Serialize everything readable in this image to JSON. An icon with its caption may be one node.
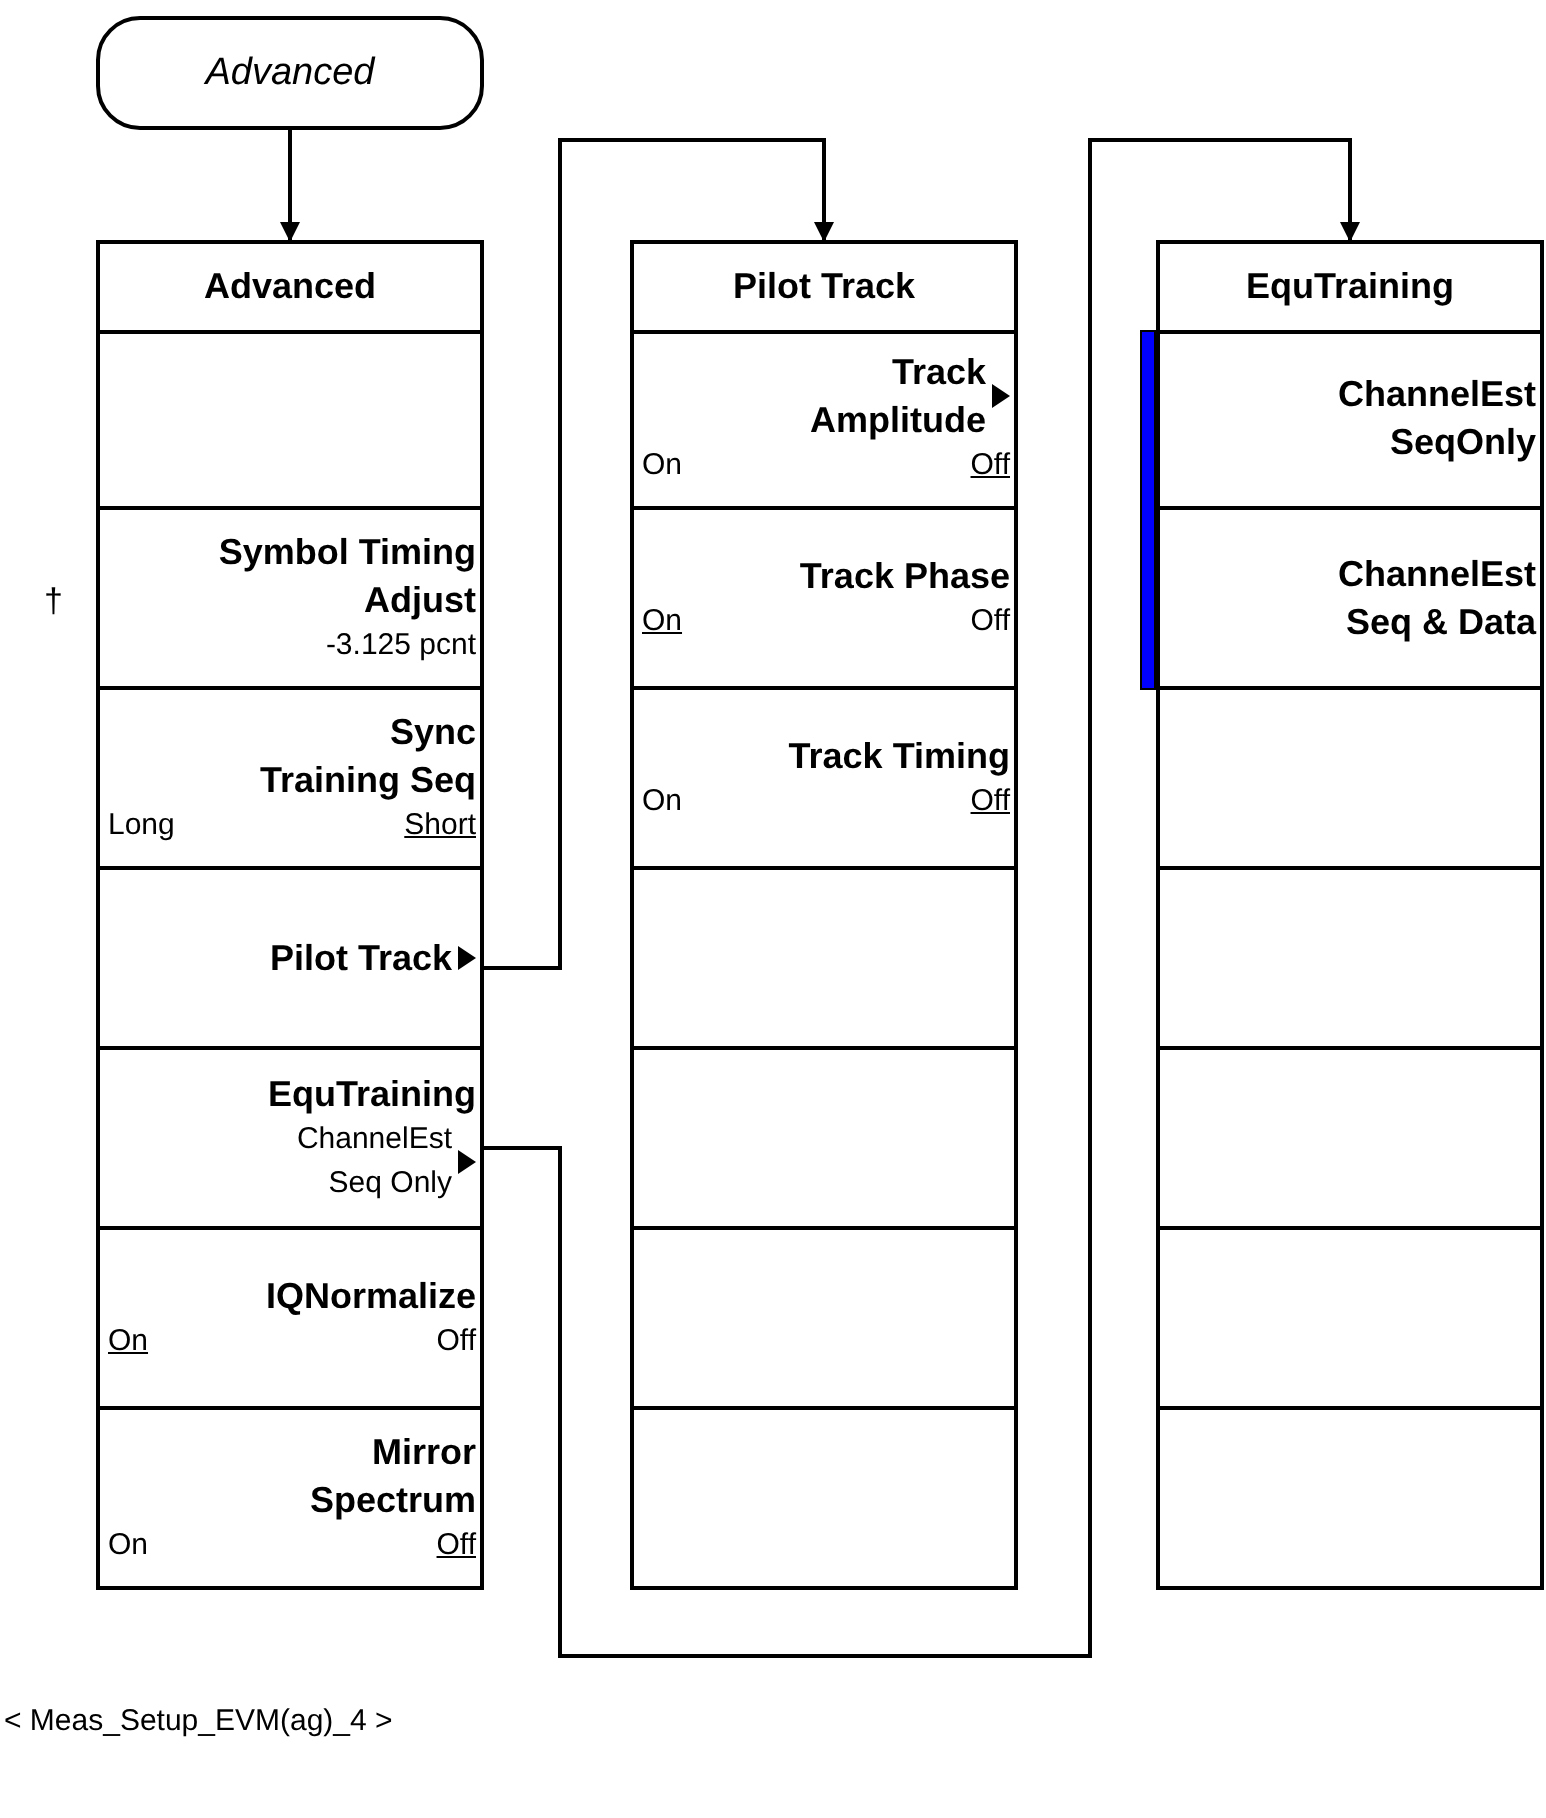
{
  "diagram": {
    "nodes": [
      {
        "text": [
          "Advanced"
        ]
      },
      {
        "text": [
          "Advanced"
        ]
      },
      {
        "text": [],
        "shape": "box",
        "in": 1
      },
      {
        "text": [
          "Symbol Timing Adjust",
          "-3.125 pcnt"
        ],
        "beside": [
          "†"
        ],
        "in": 1
      },
      {
        "text": [
          "Sync Training Seq",
          "Long",
          "Short"
        ],
        "in": 1
      },
      {
        "text": [
          "Pilot Track"
        ],
        "in": 1
      },
      {
        "text": [
          "EquTraining",
          "ChannelEst Seq Only"
        ],
        "in": 1
      },
      {
        "text": [
          "IQNormalize",
          "On",
          "Off"
        ],
        "in": 1
      },
      {
        "text": [
          "Mirror Spectrum",
          "On",
          "Off"
        ],
        "in": 1
      },
      {
        "text": [
          "Pilot Track"
        ]
      },
      {
        "text": [
          "Track Amplitude",
          "On",
          "Off"
        ],
        "in": 9
      },
      {
        "text": [
          "Track Phase",
          "On",
          "Off"
        ],
        "in": 9
      },
      {
        "text": [
          "Track Timing",
          "On",
          "Off"
        ],
        "in": 9
      },
      {
        "text": [],
        "shape": "box",
        "in": 9
      },
      {
        "text": [],
        "shape": "box",
        "in": 9
      },
      {
        "text": [],
        "shape": "box",
        "in": 9
      },
      {
        "text": [],
        "shape": "box",
        "in": 9
      },
      {
        "text": [
          "EquTraining"
        ]
      },
      {
        "text": [
          "ChannelEst SeqOnly"
        ],
        "in": 17
      },
      {
        "text": [
          "ChannelEst Seq & Data"
        ],
        "in": 17
      },
      {
        "text": [],
        "shape": "box",
        "in": 17
      },
      {
        "text": [],
        "shape": "box",
        "in": 17
      },
      {
        "text": [],
        "shape": "box",
        "in": 17
      },
      {
        "text": [],
        "shape": "box",
        "in": 17
      },
      {
        "text": [],
        "shape": "box",
        "in": 17
      }
    ],
    "edges": [
      {
        "from": 0,
        "to": 1,
        "arrow": "to"
      },
      {
        "from": 5,
        "to": 9,
        "arrow": "to"
      },
      {
        "from": 6,
        "to": 17,
        "arrow": "to"
      }
    ],
    "labels": [
      "< Meas_Setup_EVM(ag)_4 >"
    ]
  }
}
